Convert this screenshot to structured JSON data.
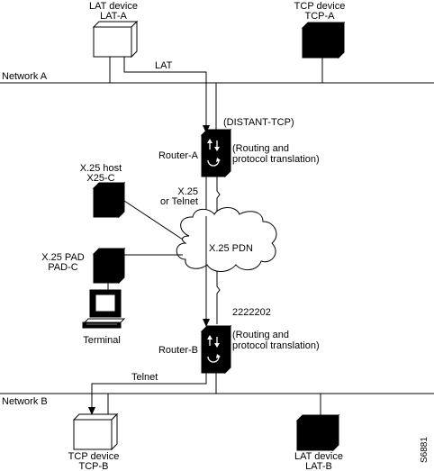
{
  "networks": {
    "a": "Network A",
    "b": "Network B"
  },
  "devices": {
    "lat_a": {
      "line1": "LAT device",
      "line2": "LAT-A"
    },
    "tcp_a": {
      "line1": "TCP device",
      "line2": "TCP-A"
    },
    "x25_host": {
      "line1": "X.25 host",
      "line2": "X25-C"
    },
    "x25_pad": {
      "line1": "X.25 PAD",
      "line2": "PAD-C"
    },
    "terminal": "Terminal",
    "tcp_b": {
      "line1": "TCP device",
      "line2": "TCP-B"
    },
    "lat_b": {
      "line1": "LAT device",
      "line2": "LAT-B"
    }
  },
  "routers": {
    "a": {
      "name": "Router-A",
      "note_line1": "(Routing and",
      "note_line2": "protocol translation)"
    },
    "b": {
      "name": "Router-B",
      "note_line1": "(Routing and",
      "note_line2": "protocol translation)"
    }
  },
  "labels": {
    "lat": "LAT",
    "distant_tcp": "(DISTANT-TCP)",
    "x25_line1": "X.25",
    "x25_line2": "or Telnet",
    "cloud": "X.25 PDN",
    "address": "2222202",
    "telnet": "Telnet",
    "figure_id": "S6881"
  }
}
